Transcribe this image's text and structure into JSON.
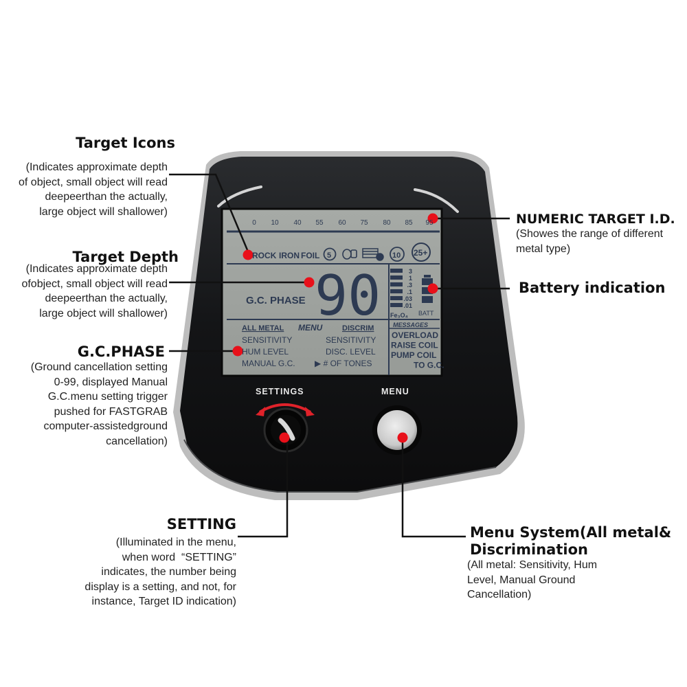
{
  "callouts": {
    "target_icons": {
      "title": "Target Icons",
      "description": "(Indicates approximate depth\nof object, small object will read\ndeepeerthan the actually,\nlarge object will shallower)"
    },
    "target_depth": {
      "title": "Target Depth",
      "description": "(Indicates approximate depth\nofobject, small object will read\ndeepeerthan the actually,\nlarge object will shallower)"
    },
    "gc_phase": {
      "title": "G.C.PHASE",
      "description": "(Ground cancellation setting\n0-99, displayed Manual\nG.C.menu setting trigger\npushed for FASTGRAB\ncomputer-assistedground\ncancellation)"
    },
    "setting": {
      "title": "SETTING",
      "description": "(Illuminated in the menu,\nwhen word  “SETTING”\nindicates, the number being\ndisplay is a setting, and not, for\ninstance, Target ID indication)"
    },
    "numeric_target_id": {
      "title": "NUMERIC TARGET I.D.",
      "description": "(Showes the range of different\nmetal type)"
    },
    "battery": {
      "title": "Battery indication",
      "description": ""
    },
    "menu_system": {
      "title_line1": "Menu System(All metal&",
      "title_line2": "Discrimination",
      "description": "(All metal: Sensitivity, Hum\nLevel, Manual Ground\nCancellation)"
    }
  },
  "device": {
    "scale": [
      "0",
      "10",
      "40",
      "55",
      "60",
      "75",
      "80",
      "85",
      "95"
    ],
    "target_labels": [
      "ROCK",
      "IRON",
      "FOIL"
    ],
    "coin_5": "5",
    "coin_10": "10",
    "badge_25": "25+",
    "depth_value": "90",
    "gc_phase_label": "G.C. PHASE",
    "depth_scale": [
      "3",
      "1",
      ".3",
      ".1",
      ".03",
      ".01"
    ],
    "fe_label": "Fe₃O₄",
    "batt_label": "BATT",
    "menu_headers": {
      "all_metal": "ALL METAL",
      "menu": "MENU",
      "discrim": "DISCRIM"
    },
    "all_metal_items": [
      "SENSITIVITY",
      "HUM LEVEL",
      "MANUAL G.C."
    ],
    "discrim_items": [
      "SENSITIVITY",
      "DISC. LEVEL",
      "▶ # OF TONES"
    ],
    "messages_header": "MESSAGES",
    "messages": [
      "OVERLOAD",
      "RAISE COIL",
      "PUMP COIL",
      "TO G.C."
    ],
    "settings_button": "SETTINGS",
    "menu_button": "MENU"
  },
  "colors": {
    "lcd_bg": "#9da29e",
    "lcd_ink": "#2d3a52",
    "bezel": "#151617",
    "marker": "#e8101a"
  }
}
